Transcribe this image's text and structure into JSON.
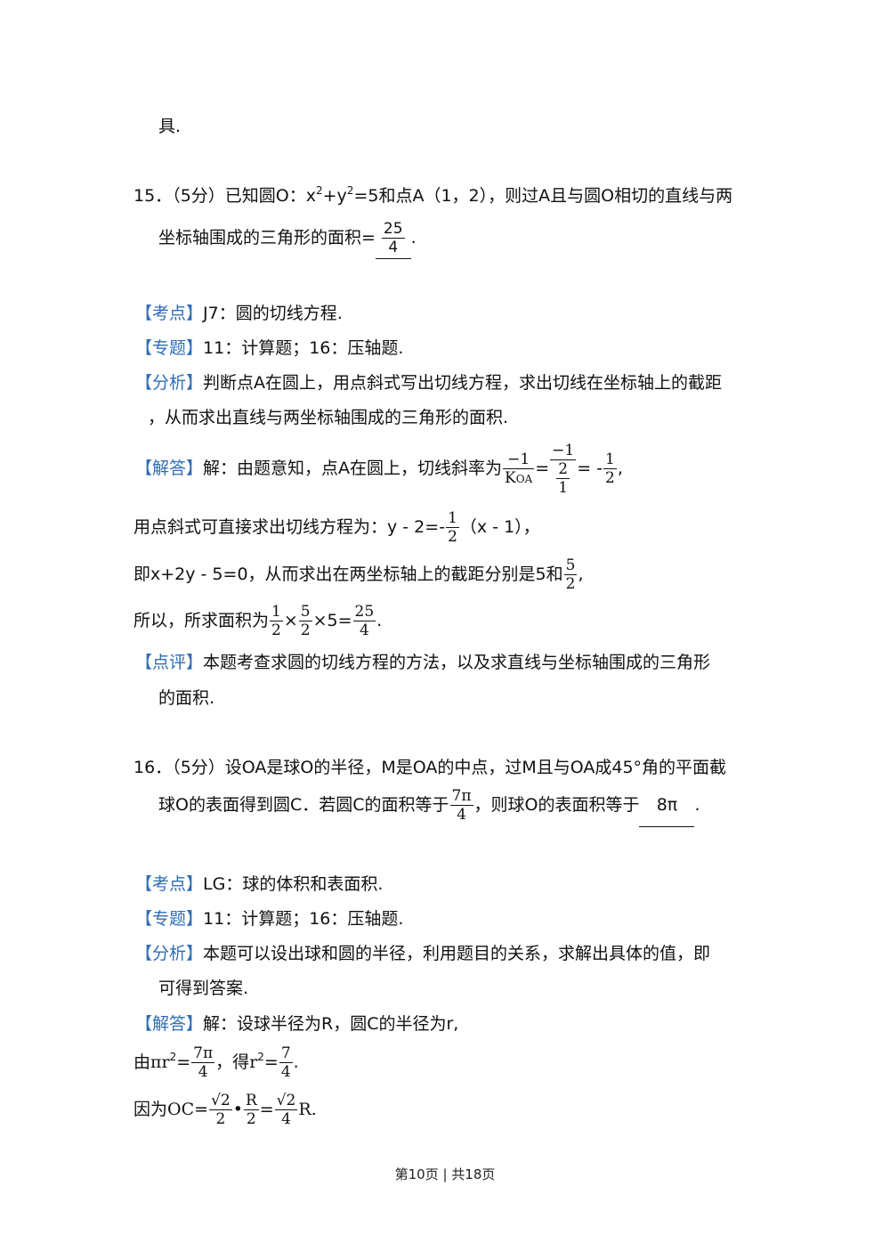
{
  "intro_tail": "具.",
  "q15": {
    "num": "15．",
    "score": "（5分）",
    "text_a": "已知圆O：x",
    "sup1": "2",
    "text_b": "+y",
    "sup2": "2",
    "text_c": "=5和点A（1，2），则过A且与圆O相切的直线与两",
    "line2": "坐标轴围成的三角形的面积=",
    "answer_num": "25",
    "answer_den": "4",
    "end": "."
  },
  "a15": {
    "kaodian_tag": "【考点】",
    "kaodian": "J7：圆的切线方程.",
    "zhuanti_tag": "【专题】",
    "zhuanti": "11：计算题；16：压轴题.",
    "fenxi_tag": "【分析】",
    "fenxi1": "判断点A在圆上，用点斜式写出切线方程，求出切线在坐标轴上的截距",
    "fenxi2": "，从而求出直线与两坐标轴围成的三角形的面积.",
    "jieda_tag": "【解答】",
    "jieda1": "解：由题意知，点A在圆上，切线斜率为",
    "f1_num": "−1",
    "f1_den": "K",
    "f1_den_sub": "OA",
    "eq1": "=",
    "f2_num": "−1",
    "f2_den_num": "2",
    "f2_den_den": "1",
    "eq2": "= -",
    "f3_num": "1",
    "f3_den": "2",
    "comma": ",",
    "line2a": "用点斜式可直接求出切线方程为：y - 2=",
    "line2_minus": "-",
    "line2_fnum": "1",
    "line2_fden": "2",
    "line2b": "（x - 1），",
    "line3a": "即x+2y - 5=0，从而求出在两坐标轴上的截距分别是5和",
    "line3_fnum": "5",
    "line3_fden": "2",
    "line3b": ",",
    "line4a": "所以，所求面积为",
    "l4_f1n": "1",
    "l4_f1d": "2",
    "times1": "×",
    "l4_f2n": "5",
    "l4_f2d": "2",
    "times2": "×5=",
    "l4_f3n": "25",
    "l4_f3d": "4",
    "line4b": ".",
    "dianping_tag": "【点评】",
    "dianping1": "本题考查求圆的切线方程的方法，以及求直线与坐标轴围成的三角形",
    "dianping2": "的面积."
  },
  "q16": {
    "num": "16．",
    "score": "（5分）",
    "text1": "设OA是球O的半径，M是OA的中点，过M且与OA成45°角的平面截",
    "line2a": "球O的表面得到圆C．若圆C的面积等于",
    "f_num": "7π",
    "f_den": "4",
    "line2b": "，则球O的表面积等于",
    "answer": "8π",
    "end": "."
  },
  "a16": {
    "kaodian_tag": "【考点】",
    "kaodian": "LG：球的体积和表面积.",
    "zhuanti_tag": "【专题】",
    "zhuanti": "11：计算题；16：压轴题.",
    "fenxi_tag": "【分析】",
    "fenxi1": "本题可以设出球和圆的半径，利用题目的关系，求解出具体的值，即",
    "fenxi2": "可得到答案.",
    "jieda_tag": "【解答】",
    "jieda1": "解：设球半径为R，圆C的半径为r,",
    "l2_you": "由",
    "l2_pi": "π",
    "l2_r": "r",
    "l2_sup": "2",
    "l2_eq": "=",
    "l2_fn": "7π",
    "l2_fd": "4",
    "l2_de": "，得",
    "l2_r2": "r",
    "l2_sup2": "2",
    "l2_eq2": "=",
    "l2_f2n": "7",
    "l2_f2d": "4",
    "l2_end": ".",
    "l3_yinwei": "因为",
    "l3_oc": "OC=",
    "l3_f1n": "√2",
    "l3_f1d": "2",
    "l3_dot": "•",
    "l3_f2n": "R",
    "l3_f2d": "2",
    "l3_eq": "=",
    "l3_f3n": "√2",
    "l3_f3d": "4",
    "l3_end": "R."
  },
  "footer": "第10页 | 共18页"
}
